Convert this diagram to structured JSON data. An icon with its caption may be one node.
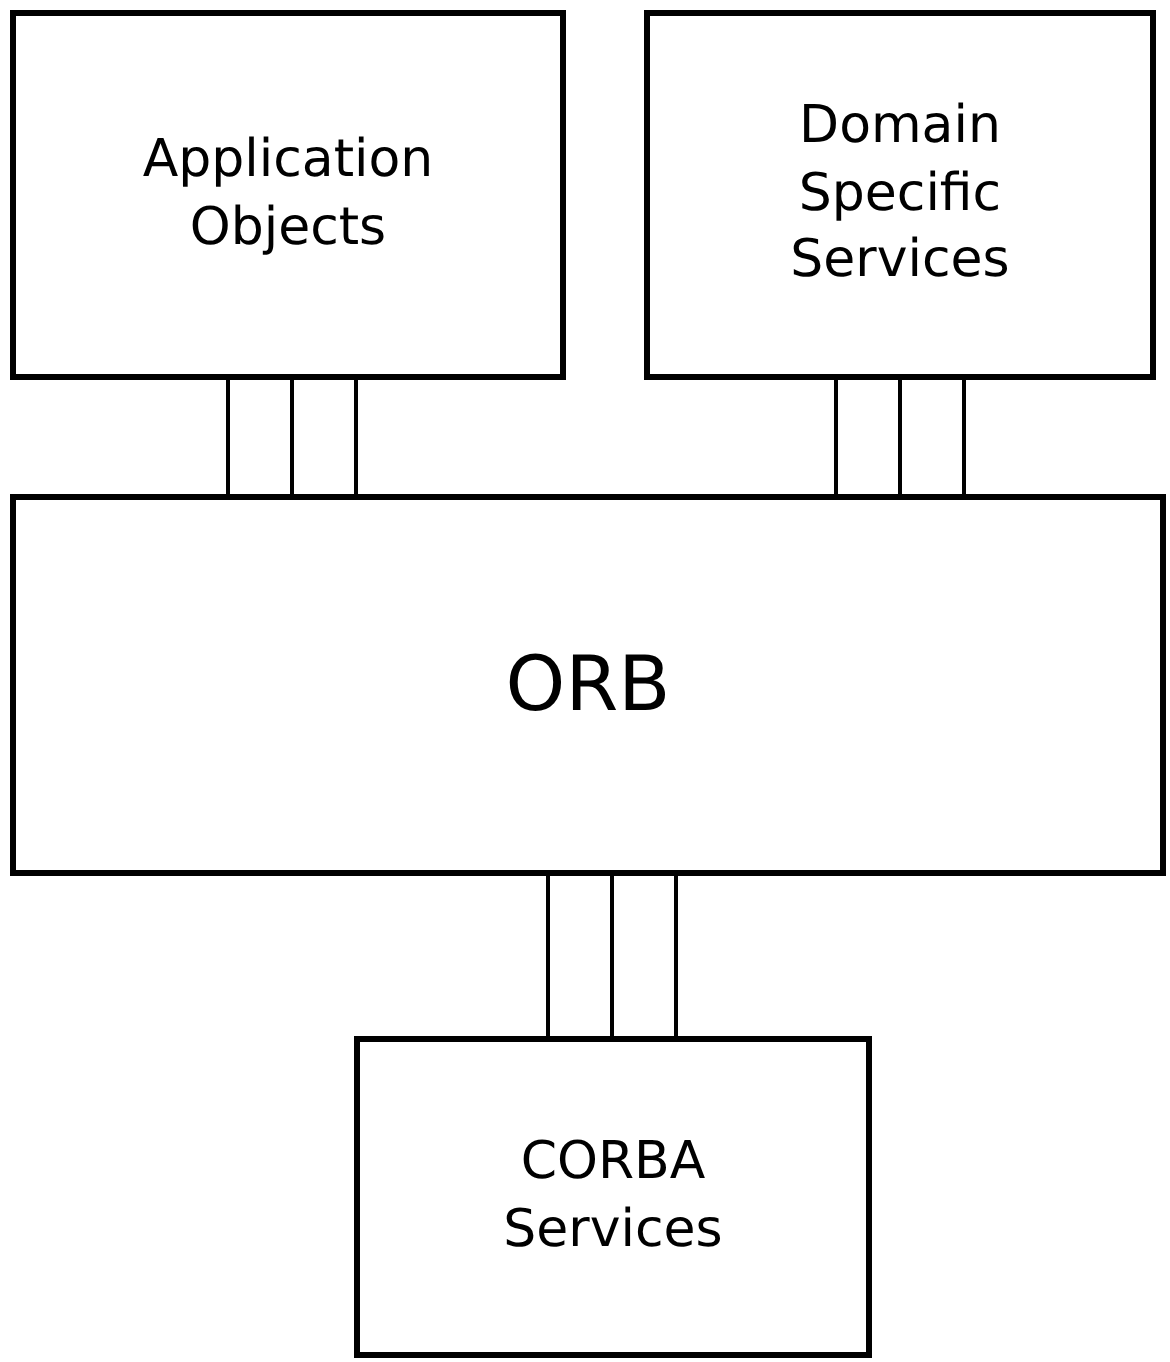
{
  "diagram": {
    "nodes": [
      {
        "text": [
          "Application Objects"
        ]
      },
      {
        "text": [
          "Domain Specific Services"
        ]
      },
      {
        "text": [
          "ORB"
        ]
      },
      {
        "text": [
          "CORBA Services"
        ]
      }
    ],
    "edges": [
      {
        "from": 0,
        "to": 2,
        "arrow": "none"
      },
      {
        "from": 0,
        "to": 2,
        "arrow": "none"
      },
      {
        "from": 0,
        "to": 2,
        "arrow": "none"
      },
      {
        "from": 1,
        "to": 2,
        "arrow": "none"
      },
      {
        "from": 1,
        "to": 2,
        "arrow": "none"
      },
      {
        "from": 1,
        "to": 2,
        "arrow": "none"
      },
      {
        "from": 2,
        "to": 3,
        "arrow": "none"
      },
      {
        "from": 2,
        "to": 3,
        "arrow": "none"
      },
      {
        "from": 2,
        "to": 3,
        "arrow": "none"
      }
    ]
  }
}
